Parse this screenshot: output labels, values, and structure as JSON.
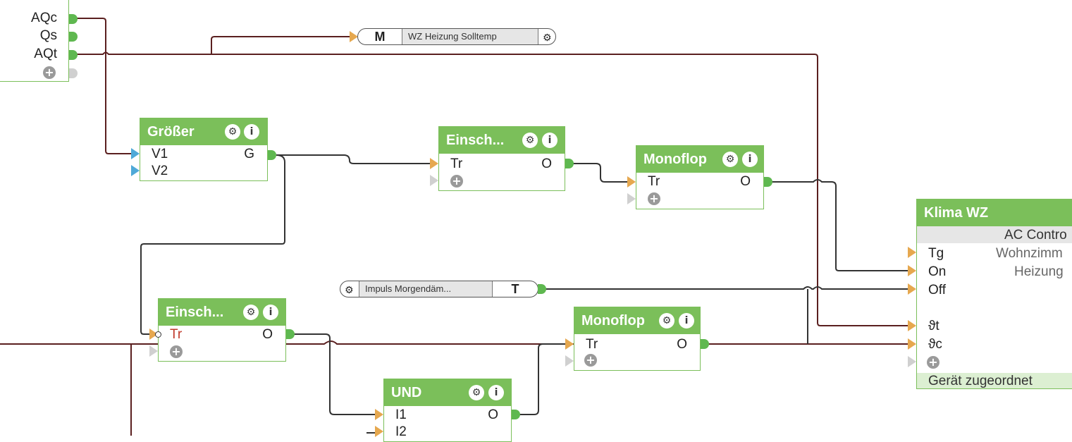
{
  "top_block": {
    "outputs": [
      "AQc",
      "Qs",
      "AQt"
    ]
  },
  "tag_m": {
    "letter": "M",
    "label": "WZ Heizung Solltemp"
  },
  "tag_t": {
    "letter": "T",
    "label": "Impuls Morgendäm..."
  },
  "groesser": {
    "title": "Größer",
    "in1": "V1",
    "in2": "V2",
    "out": "G"
  },
  "einsch1": {
    "title": "Einsch...",
    "in1": "Tr",
    "out": "O"
  },
  "mono1": {
    "title": "Monoflop",
    "in1": "Tr",
    "out": "O"
  },
  "einsch2": {
    "title": "Einsch...",
    "in1": "Tr",
    "out": "O"
  },
  "mono2": {
    "title": "Monoflop",
    "in1": "Tr",
    "out": "O"
  },
  "und": {
    "title": "UND",
    "in1": "I1",
    "in2": "I2",
    "out": "O"
  },
  "klima": {
    "title": "Klima WZ",
    "type_label": "AC Contro",
    "info1": "Wohnzimm",
    "info2": "Heizung",
    "inputs": [
      "Tg",
      "On",
      "Off",
      "ϑt",
      "ϑc"
    ],
    "footer": "Gerät zugeordnet"
  },
  "icons": {
    "settings": "gear-icon",
    "info": "info-icon",
    "add": "plus-icon"
  },
  "colors": {
    "block_header": "#7bbf5a",
    "wire": "#5a1f1f",
    "input_port": "#e6a84f",
    "output_port": "#5fb850",
    "negated_input": "#c0392b",
    "compare_input": "#4fa9d8"
  }
}
